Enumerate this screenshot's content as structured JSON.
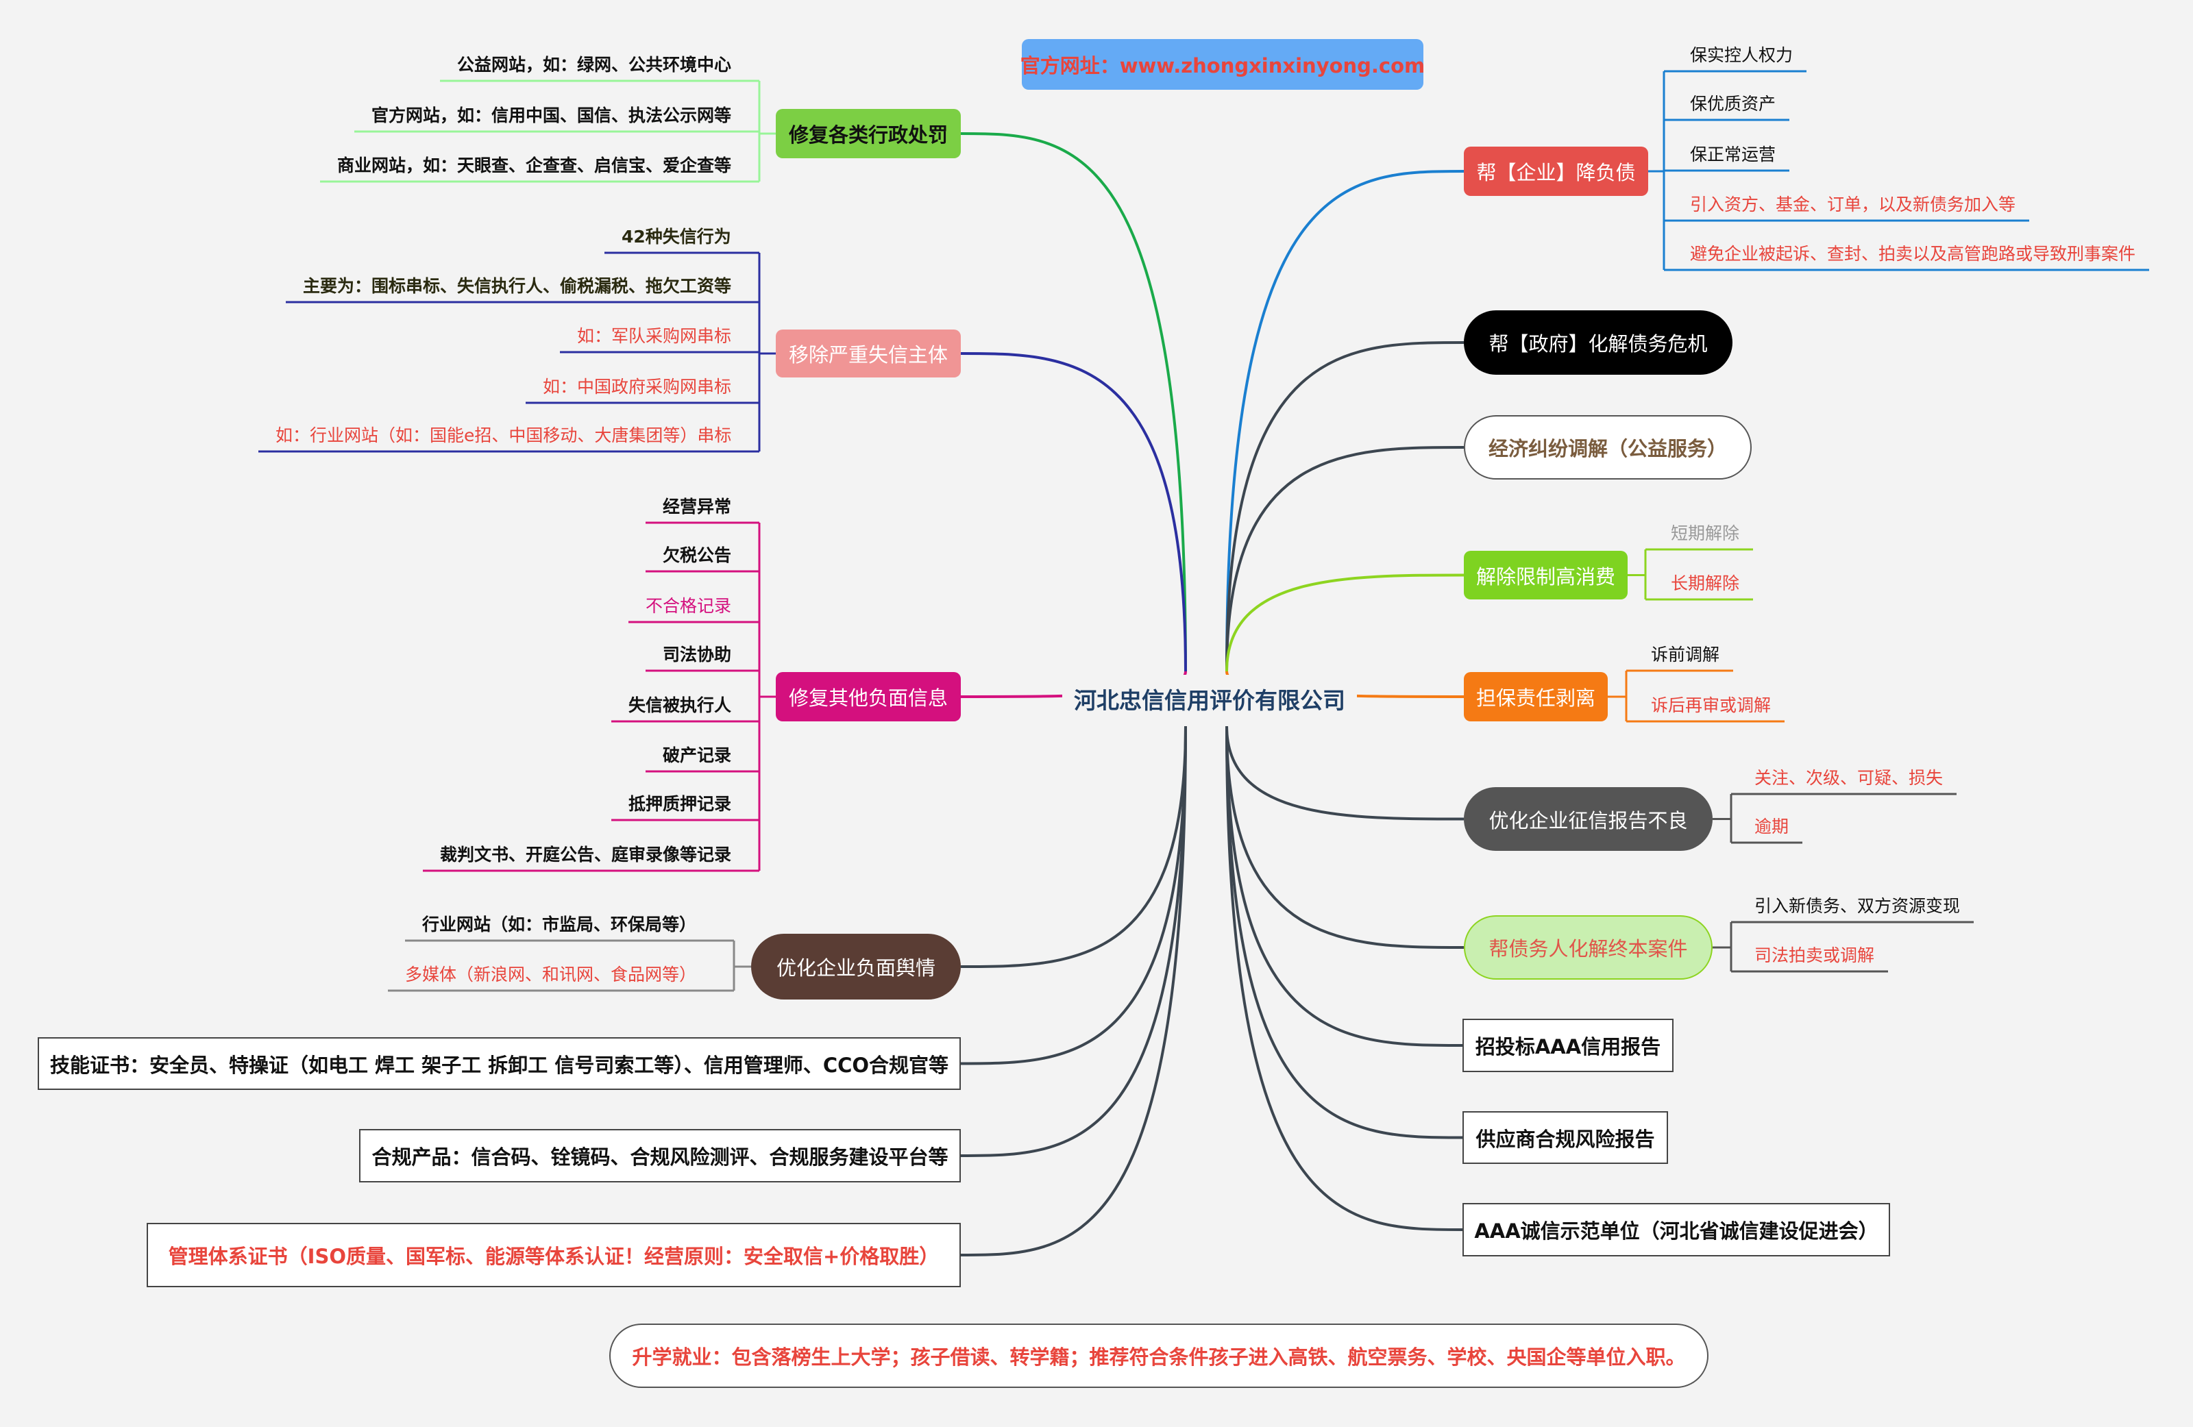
{
  "center": {
    "label": "河北忠信信用评价有限公司",
    "color": "#1f3f66"
  },
  "website": {
    "label": "官方网址：www.zhongxinxinyong.com",
    "bg": "#64aaf5",
    "color": "#e8453c"
  },
  "left": [
    {
      "label": "修复各类行政处罚",
      "bg": "#7ccf44",
      "color": "#111111",
      "line": "#1aaa4a",
      "childLine": "#98f598",
      "children": [
        {
          "t": "公益网站，如：绿网、公共环境中心",
          "c": "#111111",
          "b": true
        },
        {
          "t": "官方网站，如：信用中国、国信、执法公示网等",
          "c": "#111111",
          "b": true
        },
        {
          "t": "商业网站，如：天眼查、企查查、启信宝、爱企查等",
          "c": "#111111",
          "b": true
        }
      ]
    },
    {
      "label": "移除严重失信主体",
      "bg": "#f09595",
      "color": "#ffffff",
      "line": "#2b2fa0",
      "childLine": "#2b2fa0",
      "children": [
        {
          "t": "42种失信行为",
          "c": "#2a2a10",
          "b": true
        },
        {
          "t": "主要为：围标串标、失信执行人、偷税漏税、拖欠工资等",
          "c": "#2a2a10",
          "b": true
        },
        {
          "t": "如：军队采购网串标",
          "c": "#e8453c",
          "b": false
        },
        {
          "t": "如：中国政府采购网串标",
          "c": "#e8453c",
          "b": false
        },
        {
          "t": "如：行业网站（如：国能e招、中国移动、大唐集团等）串标",
          "c": "#e8453c",
          "b": false
        }
      ]
    },
    {
      "label": "修复其他负面信息",
      "bg": "#d4107e",
      "color": "#ffffff",
      "line": "#d4107e",
      "childLine": "#d4107e",
      "children": [
        {
          "t": "经营异常",
          "c": "#111111",
          "b": true
        },
        {
          "t": "欠税公告",
          "c": "#111111",
          "b": true
        },
        {
          "t": "不合格记录",
          "c": "#d4107e",
          "b": false
        },
        {
          "t": "司法协助",
          "c": "#111111",
          "b": true
        },
        {
          "t": "失信被执行人",
          "c": "#111111",
          "b": true
        },
        {
          "t": "破产记录",
          "c": "#111111",
          "b": true
        },
        {
          "t": "抵押质押记录",
          "c": "#111111",
          "b": true
        },
        {
          "t": "裁判文书、开庭公告、庭审录像等记录",
          "c": "#111111",
          "b": true
        }
      ]
    },
    {
      "label": "优化企业负面舆情",
      "bg": "#5a3d34",
      "color": "#ffffff",
      "line": "#3c4650",
      "childLine": "#888888",
      "children": [
        {
          "t": "行业网站（如：市监局、环保局等）",
          "c": "#111111",
          "b": true
        },
        {
          "t": "多媒体（新浪网、和讯网、食品网等）",
          "c": "#e8453c",
          "b": false
        }
      ]
    },
    {
      "label": "技能证书：安全员、特操证（如电工 焊工 架子工 拆卸工 信号司索工等）、信用管理师、CCO合规官等",
      "bg": "#ffffff",
      "color": "#111111",
      "line": "#3c4650",
      "children": []
    },
    {
      "label": "合规产品：信合码、铨镜码、合规风险测评、合规服务建设平台等",
      "bg": "#ffffff",
      "color": "#111111",
      "line": "#3c4650",
      "children": []
    },
    {
      "label": "管理体系证书（ISO质量、国军标、能源等体系认证！经营原则：安全取信+价格取胜）",
      "bg": "#ffffff",
      "color": "#e8453c",
      "line": "#3c4650",
      "children": []
    }
  ],
  "right": [
    {
      "label": "帮【企业】降负债",
      "bg": "#e5504b",
      "color": "#ffffff",
      "line": "#1a7fd0",
      "childLine": "#1a7fd0",
      "children": [
        {
          "t": "保实控人权力",
          "c": "#111111"
        },
        {
          "t": "保优质资产",
          "c": "#111111"
        },
        {
          "t": "保正常运营",
          "c": "#111111"
        },
        {
          "t": "引入资方、基金、订单，以及新债务加入等",
          "c": "#e8453c"
        },
        {
          "t": "避免企业被起诉、查封、拍卖以及高管跑路或导致刑事案件",
          "c": "#e8453c"
        }
      ]
    },
    {
      "label": "帮【政府】化解债务危机",
      "bg": "#000000",
      "color": "#ffffff",
      "line": "#3c4650",
      "children": []
    },
    {
      "label": "经济纠纷调解（公益服务）",
      "bg": "#ffffff",
      "color": "#7a5c3e",
      "line": "#3c4650",
      "children": []
    },
    {
      "label": "解除限制高消费",
      "bg": "#7ed321",
      "color": "#ffffff",
      "line": "#8dd420",
      "childLine": "#8dd420",
      "children": [
        {
          "t": "短期解除",
          "c": "#999999"
        },
        {
          "t": "长期解除",
          "c": "#e8453c"
        }
      ]
    },
    {
      "label": "担保责任剥离",
      "bg": "#f57a14",
      "color": "#ffffff",
      "line": "#f57a14",
      "childLine": "#f57a14",
      "children": [
        {
          "t": "诉前调解",
          "c": "#111111"
        },
        {
          "t": "诉后再审或调解",
          "c": "#e8453c"
        }
      ]
    },
    {
      "label": "优化企业征信报告不良",
      "bg": "#555555",
      "color": "#ffffff",
      "line": "#3c4650",
      "childLine": "#555555",
      "children": [
        {
          "t": "关注、次级、可疑、损失",
          "c": "#e8453c"
        },
        {
          "t": "逾期",
          "c": "#e8453c"
        }
      ]
    },
    {
      "label": "帮债务人化解终本案件",
      "bg": "#c9efb0",
      "color": "#e0554a",
      "line": "#3c4650",
      "childLine": "#555555",
      "children": [
        {
          "t": "引入新债务、双方资源变现",
          "c": "#111111"
        },
        {
          "t": "司法拍卖或调解",
          "c": "#e8453c"
        }
      ]
    },
    {
      "label": "招投标AAA信用报告",
      "bg": "#ffffff",
      "color": "#111111",
      "line": "#3c4650",
      "children": []
    },
    {
      "label": "供应商合规风险报告",
      "bg": "#ffffff",
      "color": "#111111",
      "line": "#3c4650",
      "children": []
    },
    {
      "label": "AAA诚信示范单位（河北省诚信建设促进会）",
      "bg": "#ffffff",
      "color": "#111111",
      "line": "#3c4650",
      "children": []
    }
  ],
  "footer": {
    "label": "升学就业：包含落榜生上大学；孩子借读、转学籍；推荐符合条件孩子进入高铁、航空票务、学校、央国企等单位入职。",
    "color": "#e8453c"
  }
}
